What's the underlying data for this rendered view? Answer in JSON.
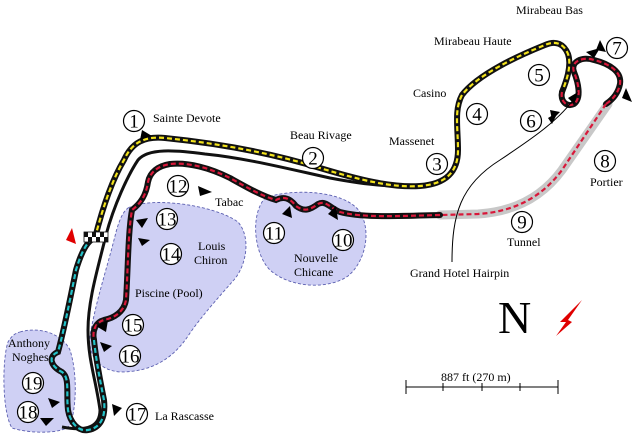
{
  "map": {
    "corners": [
      {
        "num": "1",
        "name": "Sainte Devote"
      },
      {
        "num": "2",
        "name": "Beau Rivage"
      },
      {
        "num": "3",
        "name": "Massenet"
      },
      {
        "num": "4",
        "name": "Casino"
      },
      {
        "num": "5",
        "name": "Mirabeau Haute"
      },
      {
        "num": "6",
        "name": "Grand Hotel Hairpin"
      },
      {
        "num": "7",
        "name": "Mirabeau Bas"
      },
      {
        "num": "8",
        "name": "Portier"
      },
      {
        "num": "9",
        "name": "Tunnel"
      },
      {
        "num": "10",
        "name": "Nouvelle Chicane"
      },
      {
        "num": "11",
        "name": ""
      },
      {
        "num": "12",
        "name": "Tabac"
      },
      {
        "num": "13",
        "name": "Louis Chiron"
      },
      {
        "num": "14",
        "name": ""
      },
      {
        "num": "15",
        "name": ""
      },
      {
        "num": "16",
        "name": ""
      },
      {
        "num": "17",
        "name": "La Rascasse"
      },
      {
        "num": "18",
        "name": "Anthony Noghes"
      },
      {
        "num": "19",
        "name": ""
      }
    ],
    "zones": {
      "pool": "Piscine (Pool)",
      "chicane_line1": "Nouvelle",
      "chicane_line2": "Chicane",
      "chiron_line1": "Louis",
      "chiron_line2": "Chiron",
      "noghes_line1": "Anthony",
      "noghes_line2": "Noghes"
    },
    "compass": {
      "letter": "N",
      "arrow_color": "#e00000"
    },
    "scale": {
      "label": "887 ft (270 m)"
    },
    "colors": {
      "sector1": "#f2e21c",
      "sector2": "#d8183a",
      "sector3": "#22c2c8",
      "pit_marker": "#e00000",
      "tunnel": "#c8c8c8",
      "zone_fill": "#cfd0f4"
    }
  }
}
